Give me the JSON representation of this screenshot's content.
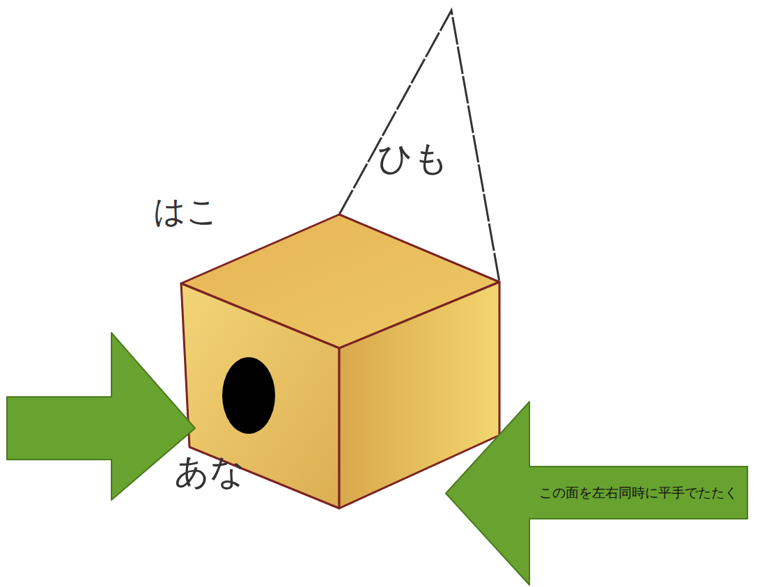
{
  "diagram": {
    "nodes": [
      {
        "text": [
          "この面を左右同時に平手でたたく"
        ]
      }
    ],
    "labels": [
      "はこ",
      "ひも",
      "あな"
    ]
  }
}
